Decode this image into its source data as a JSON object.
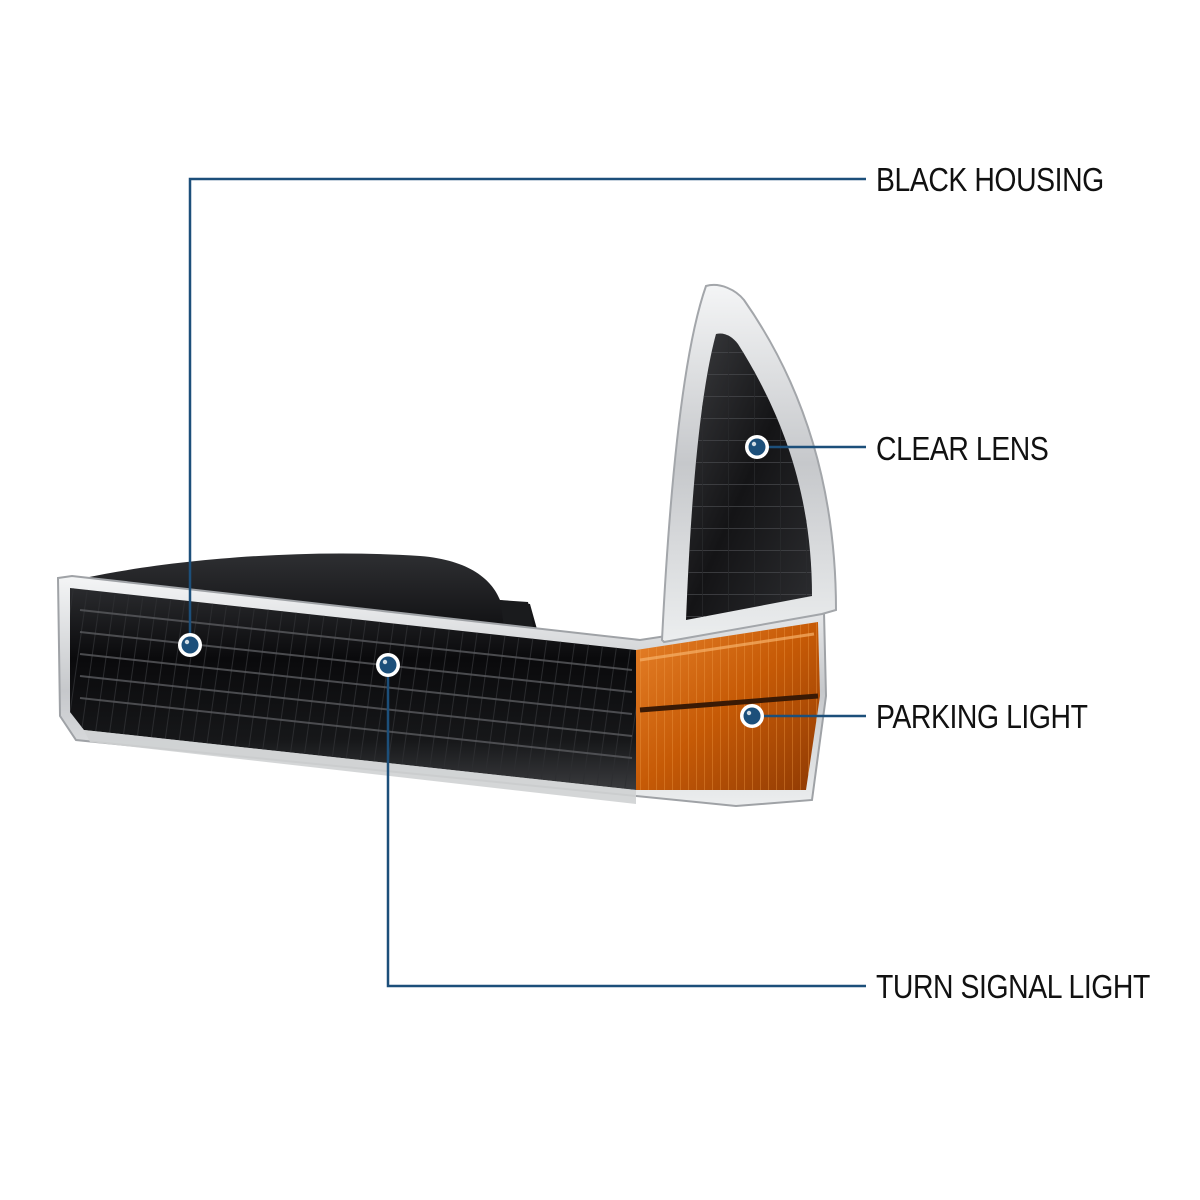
{
  "callouts": {
    "black_housing": {
      "label": "BLACK HOUSING"
    },
    "clear_lens": {
      "label": "CLEAR LENS"
    },
    "parking_light": {
      "label": "PARKING LIGHT"
    },
    "turn_signal_light": {
      "label": "TURN SIGNAL LIGHT"
    }
  },
  "colors": {
    "leader_line": "#1c4f7a",
    "marker_fill": "#1c4f7a",
    "marker_ring": "#ffffff",
    "housing": "#0c0c0e",
    "amber_lens": "#d76a0c",
    "chrome_trim": "#d8dadc"
  }
}
